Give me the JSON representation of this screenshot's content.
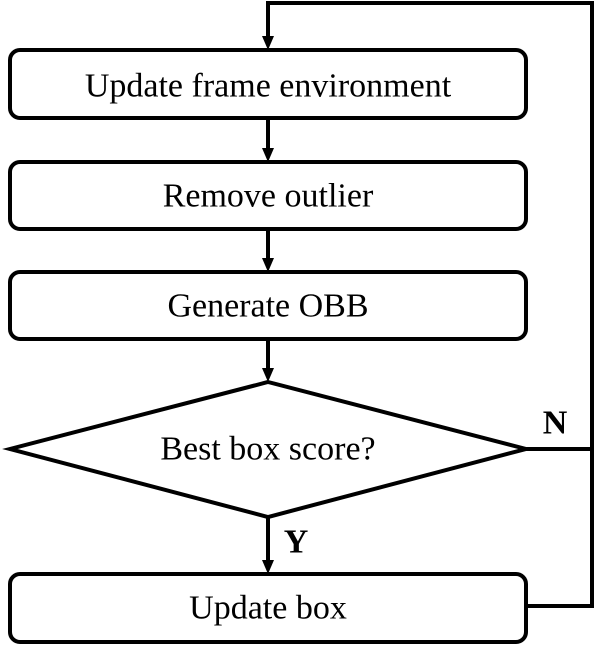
{
  "nodes": {
    "update_frame": "Update frame environment",
    "remove_outlier": "Remove outlier",
    "generate_obb": "Generate OBB",
    "decision": "Best box score?",
    "update_box": "Update box"
  },
  "branches": {
    "no": "N",
    "yes": "Y"
  }
}
